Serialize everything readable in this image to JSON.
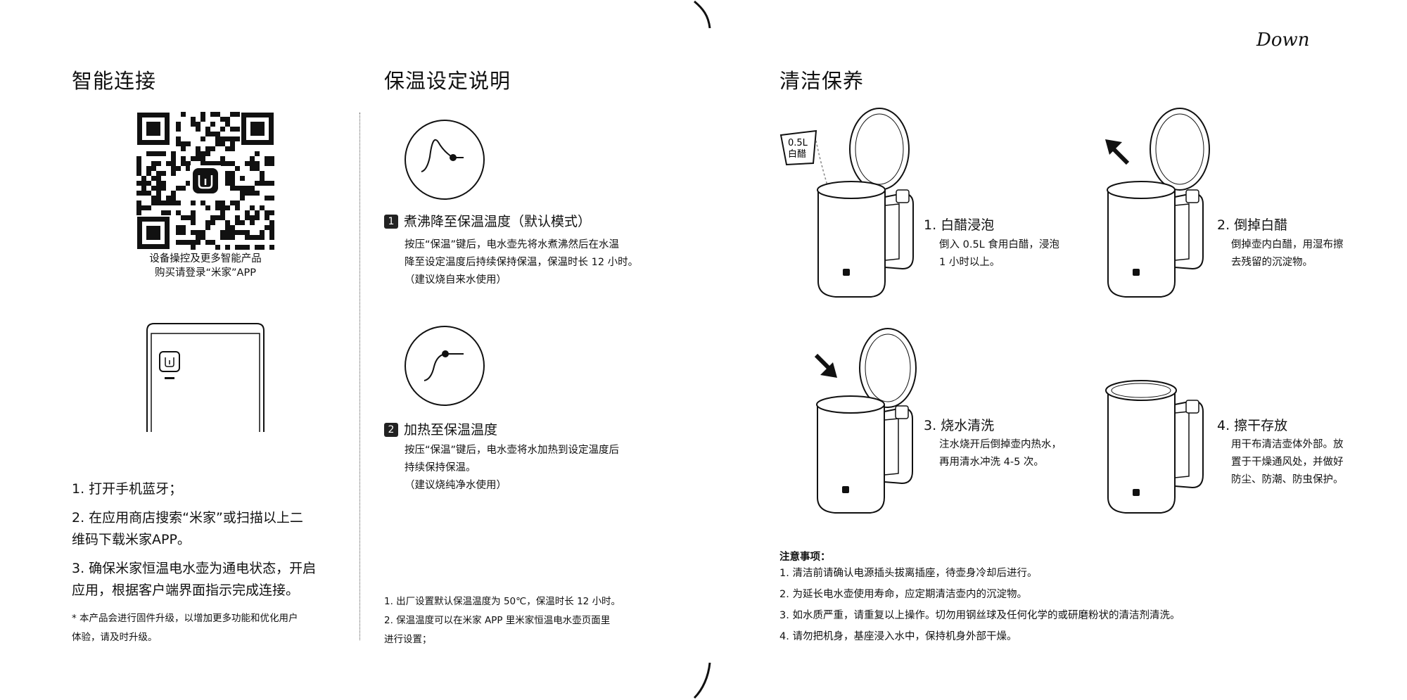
{
  "signature": "Down",
  "left": {
    "title": "智能连接",
    "qr_caption": "设备操控及更多智能产品\n购买请登录“米家”APP",
    "steps": [
      "1. 打开手机蓝牙；",
      "2. 在应用商店搜索“米家”或扫描以上二\n    维码下载米家APP。",
      "3. 确保米家恒温电水壶为通电状态，开启\n    应用，根据客户端界面指示完成连接。"
    ],
    "footnote": "*  本产品会进行固件升级，以增加更多功能和优化用户\n    体验，请及时升级。"
  },
  "middle": {
    "title": "保温设定说明",
    "mode1": {
      "num": "1",
      "title": "煮沸降至保温温度（默认模式）",
      "body": "按压“保温”键后，电水壶先将水煮沸然后在水温\n降至设定温度后持续保持保温，保温时长 12 小时。\n（建议烧自来水使用）"
    },
    "mode2": {
      "num": "2",
      "title": "加热至保温温度",
      "body": "按压“保温”键后，电水壶将水加热到设定温度后\n持续保持保温。\n（建议烧纯净水使用）"
    },
    "notes": "1. 出厂设置默认保温温度为 50℃，保温时长 12 小时。\n2. 保温温度可以在米家 APP 里米家恒温电水壶页面里\n    进行设置；"
  },
  "right": {
    "title": "清洁保养",
    "cup_label_top": "0.5L",
    "cup_label_bottom": "白醋",
    "steps": [
      {
        "title": "1. 白醋浸泡",
        "body": "倒入 0.5L 食用白醋，浸泡\n1 小时以上。"
      },
      {
        "title": "2. 倒掉白醋",
        "body": "倒掉壶内白醋，用湿布擦\n去残留的沉淀物。"
      },
      {
        "title": "3. 烧水清洗",
        "body": "注水烧开后倒掉壶内热水，\n再用清水冲洗 4-5 次。"
      },
      {
        "title": "4. 擦干存放",
        "body": "用干布清洁壶体外部。放\n置于干燥通风处，并做好\n防尘、防潮、防虫保护。"
      }
    ],
    "caution_title": "注意事项：",
    "cautions": [
      "1. 清洁前请确认电源插头拔离插座，待壶身冷却后进行。",
      "2. 为延长电水壶使用寿命，应定期清洁壶内的沉淀物。",
      "3. 如水质严重，请重复以上操作。切勿用钢丝球及任何化学的或研磨粉状的清洁剂清洗。",
      "4. 请勿把机身，基座浸入水中，保持机身外部干燥。"
    ]
  }
}
